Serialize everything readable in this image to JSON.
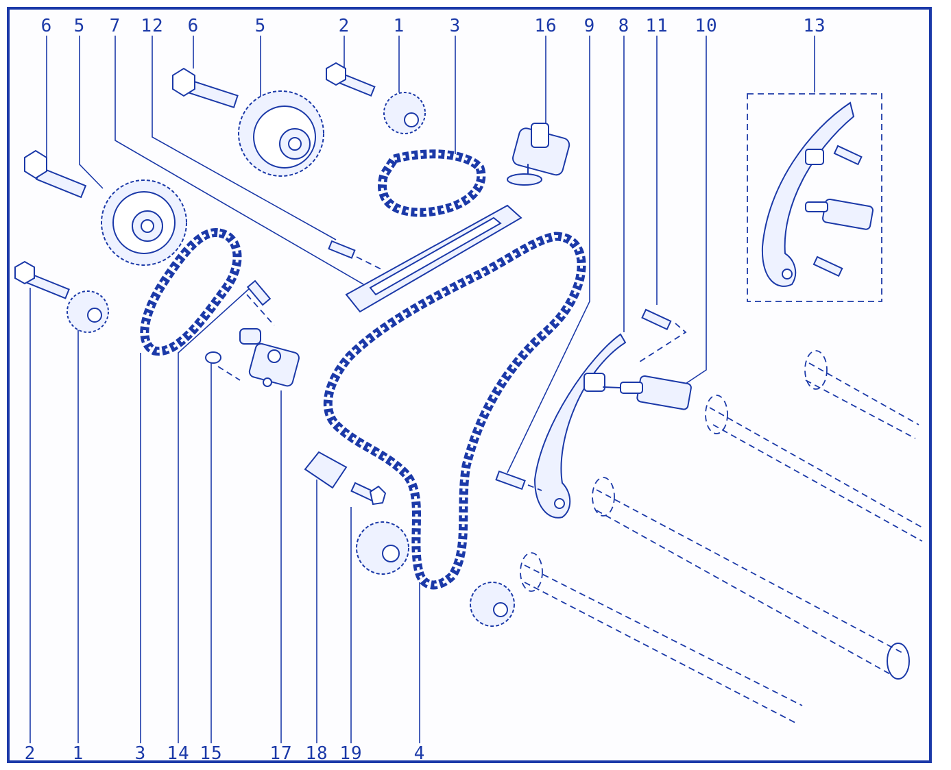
{
  "colors": {
    "ink": "#1b39a8",
    "background": "#ffffff"
  },
  "callouts": {
    "top": [
      "6",
      "5",
      "7",
      "12",
      "6",
      "5",
      "2",
      "1",
      "3",
      "16",
      "9",
      "8",
      "11",
      "10",
      "13"
    ],
    "bottom": [
      "2",
      "1",
      "3",
      "14",
      "15",
      "17",
      "18",
      "19",
      "4"
    ]
  }
}
